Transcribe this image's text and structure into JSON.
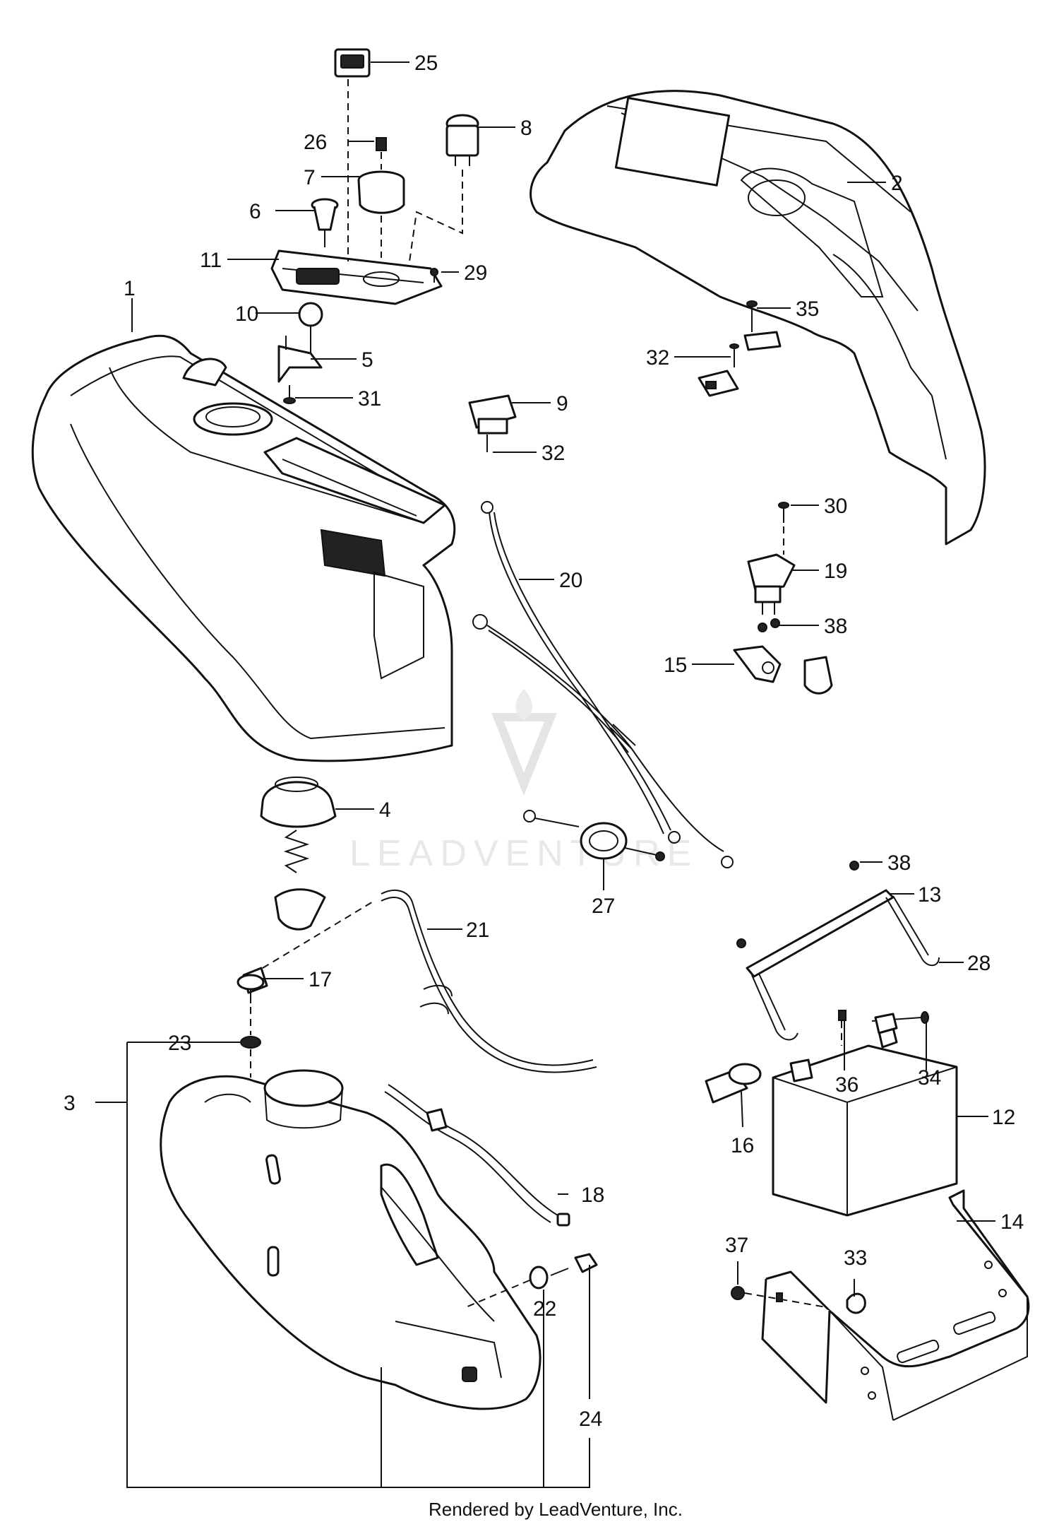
{
  "callouts": {
    "p1": "1",
    "p2": "2",
    "p3": "3",
    "p4": "4",
    "p5": "5",
    "p6": "6",
    "p7": "7",
    "p8": "8",
    "p9": "9",
    "p10": "10",
    "p11": "11",
    "p12": "12",
    "p13": "13",
    "p14": "14",
    "p15": "15",
    "p16": "16",
    "p17": "17",
    "p18": "18",
    "p19": "19",
    "p20": "20",
    "p21": "21",
    "p22": "22",
    "p23": "23",
    "p24": "24",
    "p25": "25",
    "p26": "26",
    "p27": "27",
    "p28": "28",
    "p29": "29",
    "p30": "30",
    "p31": "31",
    "p32a": "32",
    "p32b": "32",
    "p33": "33",
    "p34": "34",
    "p35": "35",
    "p36": "36",
    "p37": "37",
    "p38a": "38",
    "p38b": "38"
  },
  "watermark": "LEADVENTURE",
  "footer": "Rendered by LeadVenture, Inc."
}
